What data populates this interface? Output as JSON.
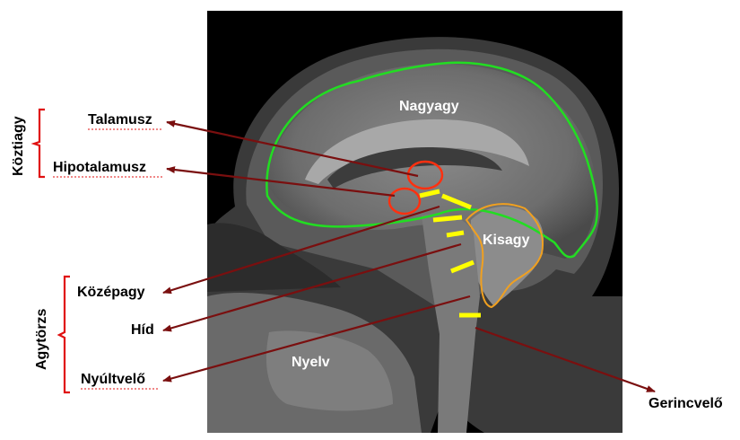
{
  "labels": {
    "koztiagy": "Köztiagy",
    "talamusz": "Talamusz",
    "hipotalamusz": "Hipotalamusz",
    "agytorzs": "Agytörzs",
    "kozepagy": "Középagy",
    "hid": "Híd",
    "nyultvelo": "Nyúltvelő",
    "gerincvelo": "Gerincvelő",
    "nagyagy": "Nagyagy",
    "kisagy": "Kisagy",
    "nyelv": "Nyelv"
  },
  "colors": {
    "arrow": "#7a0f0f",
    "bracket": "#e01010",
    "cerebrum_outline": "#22dd22",
    "cerebellum_outline": "#f0a020",
    "diencephalon_outline": "#ff3010",
    "boundary_marks": "#ffff00",
    "mri_background": "#000000"
  },
  "image": {
    "description_icon": "mri-sagittal-brain-image"
  }
}
